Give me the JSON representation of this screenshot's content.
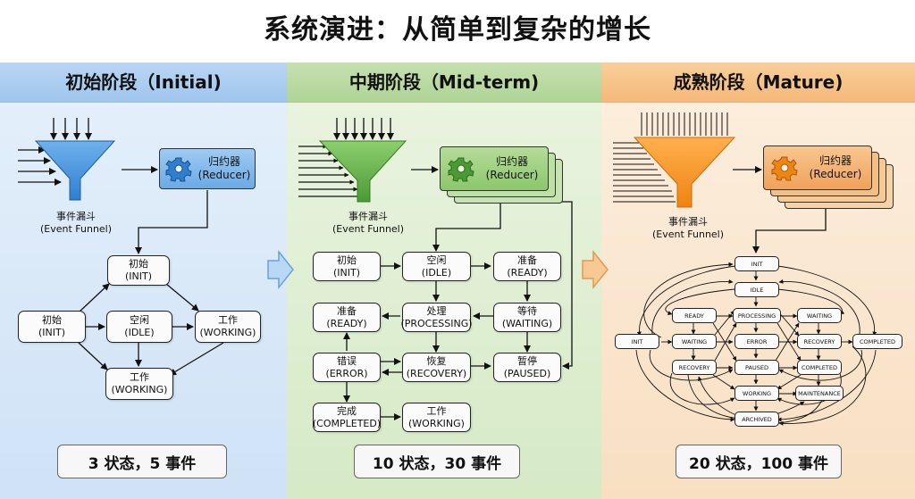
{
  "title": "系统演进：从简单到复杂的增长",
  "stages": [
    {
      "heading": "初始阶段（Initial)",
      "summary": "3 状态，5 事件"
    },
    {
      "heading": "中期阶段（Mid-term)",
      "summary": "10 状态，30 事件"
    },
    {
      "heading": "成熟阶段（Mature)",
      "summary": "20 状态，100 事件"
    }
  ],
  "funnel_label": "事件漏斗",
  "funnel_label_en": "(Event Funnel)",
  "reducer_label": "归约器",
  "reducer_label_en": "(Reducer)",
  "initial_states": [
    {
      "zh": "初始",
      "en": "(INIT)"
    },
    {
      "zh": "初始",
      "en": "(INIT)"
    },
    {
      "zh": "空闲",
      "en": "(IDLE)"
    },
    {
      "zh": "工作",
      "en": "(WORKING)"
    },
    {
      "zh": "工作",
      "en": "(WORKING)"
    }
  ],
  "mid_states": [
    {
      "zh": "初始",
      "en": "(INIT)"
    },
    {
      "zh": "空闲",
      "en": "(IDLE)"
    },
    {
      "zh": "准备",
      "en": "(READY)"
    },
    {
      "zh": "准备",
      "en": "(READY)"
    },
    {
      "zh": "处理",
      "en": "(PROCESSING)"
    },
    {
      "zh": "等待",
      "en": "(WAITING)"
    },
    {
      "zh": "错误",
      "en": "(ERROR)"
    },
    {
      "zh": "恢复",
      "en": "(RECOVERY)"
    },
    {
      "zh": "暂停",
      "en": "(PAUSED)"
    },
    {
      "zh": "完成",
      "en": "(COMPLETED)"
    },
    {
      "zh": "工作",
      "en": "(WORKING)"
    }
  ],
  "mature_states": [
    "INIT",
    "IDLE",
    "READY",
    "PROCESSING",
    "WAITING",
    "INIT",
    "WAITING",
    "ERROR",
    "RECOVERY",
    "COMPLETED",
    "RECOVERY",
    "PAUSED",
    "COMPLETED",
    "WORKING",
    "MAINTENANCE",
    "ARCHIVED"
  ],
  "colors": {
    "initial": "#4a90d9",
    "mid": "#5aa845",
    "mature": "#f0901e"
  }
}
